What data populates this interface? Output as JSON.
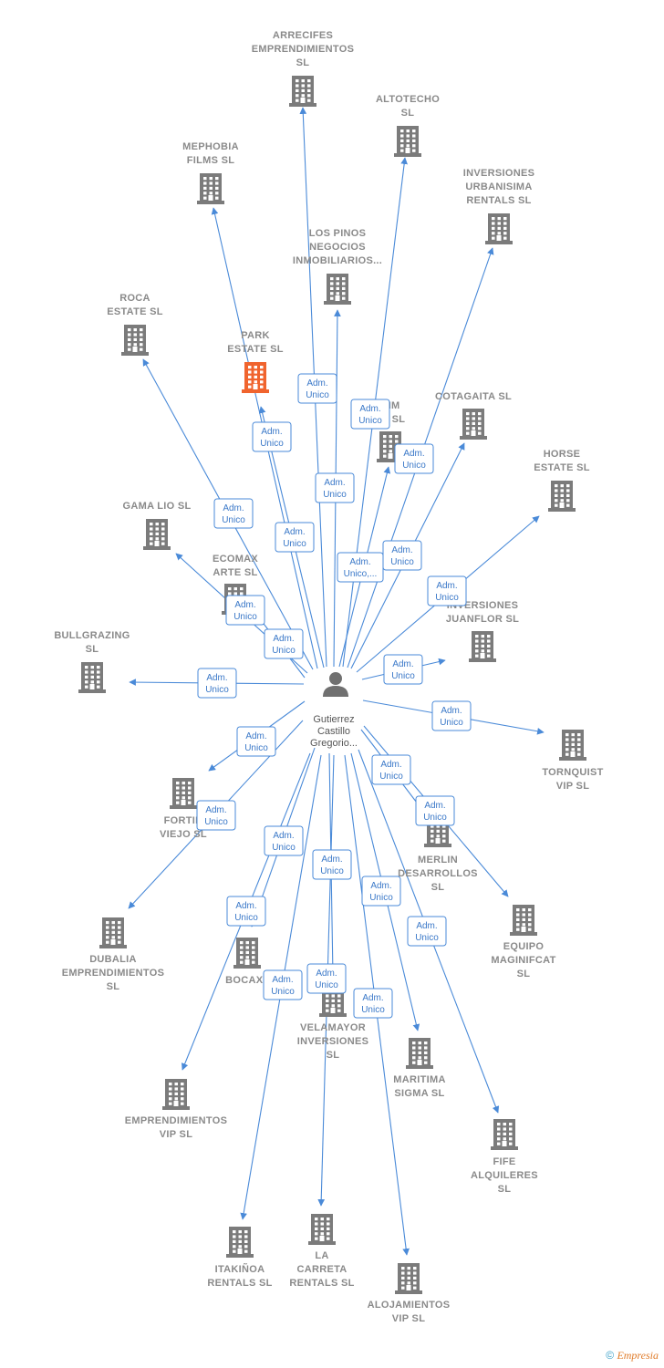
{
  "colors": {
    "edge": "#4a8ad8",
    "building": "#7b7b7b",
    "highlight": "#f0642e",
    "label": "#8a8a8a"
  },
  "center": {
    "lines": [
      "Gutierrez",
      "Castillo",
      "Gregorio..."
    ],
    "icon": "person-icon"
  },
  "edge_label_lines": [
    "Adm.",
    "Unico"
  ],
  "edge_label_lines_alt": [
    "Adm.",
    "Unico,..."
  ],
  "companies": [
    {
      "id": "arrecifes",
      "lines": [
        "ARRECIFES",
        "EMPRENDIMIENTOS",
        "SL"
      ]
    },
    {
      "id": "altotecho",
      "lines": [
        "ALTOTECHO",
        "SL"
      ]
    },
    {
      "id": "mephobia",
      "lines": [
        "MEPHOBIA",
        "FILMS  SL"
      ]
    },
    {
      "id": "inversiones-urbanisima",
      "lines": [
        "INVERSIONES",
        "URBANISIMA",
        "RENTALS  SL"
      ]
    },
    {
      "id": "los-pinos",
      "lines": [
        "LOS PINOS",
        "NEGOCIOS",
        "INMOBILIARIOS..."
      ]
    },
    {
      "id": "roca",
      "lines": [
        "ROCA",
        "ESTATE  SL"
      ]
    },
    {
      "id": "park",
      "lines": [
        "PARK",
        "ESTATE  SL"
      ],
      "highlight": true
    },
    {
      "id": "kim",
      "lines": [
        "KIM",
        "LS  SL"
      ]
    },
    {
      "id": "cotagaita",
      "lines": [
        "COTAGAITA  SL"
      ]
    },
    {
      "id": "horse",
      "lines": [
        "HORSE",
        "ESTATE  SL"
      ]
    },
    {
      "id": "gama-lio",
      "lines": [
        "GAMA LIO  SL"
      ]
    },
    {
      "id": "ecomax",
      "lines": [
        "ECOMAX",
        "ARTE  SL"
      ]
    },
    {
      "id": "inversiones-juanflor",
      "lines": [
        "INVERSIONES",
        "JUANFLOR  SL"
      ]
    },
    {
      "id": "bullgrazing",
      "lines": [
        "BULLGRAZING",
        "SL"
      ]
    },
    {
      "id": "tornquist",
      "lines": [
        "TORNQUIST",
        "VIP  SL"
      ]
    },
    {
      "id": "fortin",
      "lines": [
        "FORTIN",
        "VIEJO  SL"
      ]
    },
    {
      "id": "merlin",
      "lines": [
        "MERLIN",
        "DESARROLLOS",
        "SL"
      ]
    },
    {
      "id": "equipo",
      "lines": [
        "EQUIPO",
        "MAGINIFCAT",
        "SL"
      ]
    },
    {
      "id": "dubalia",
      "lines": [
        "DUBALIA",
        "EMPRENDIMIENTOS",
        "SL"
      ]
    },
    {
      "id": "bocax3",
      "lines": [
        "BOCAX3"
      ]
    },
    {
      "id": "velamayor",
      "lines": [
        "VELAMAYOR",
        "INVERSIONES",
        "SL"
      ]
    },
    {
      "id": "maritima",
      "lines": [
        "MARITIMA",
        "SIGMA  SL"
      ]
    },
    {
      "id": "emprendimientos-vip",
      "lines": [
        "EMPRENDIMIENTOS",
        "VIP  SL"
      ]
    },
    {
      "id": "fife",
      "lines": [
        "FIFE",
        "ALQUILERES",
        "SL"
      ]
    },
    {
      "id": "itakinoa",
      "lines": [
        "ITAKIÑOA",
        "RENTALS  SL"
      ]
    },
    {
      "id": "la-carreta",
      "lines": [
        "LA",
        "CARRETA",
        "RENTALS  SL"
      ]
    },
    {
      "id": "alojamientos",
      "lines": [
        "ALOJAMIENTOS",
        "VIP  SL"
      ]
    }
  ],
  "footer": {
    "copyright": "©",
    "brand": "Empresia"
  }
}
